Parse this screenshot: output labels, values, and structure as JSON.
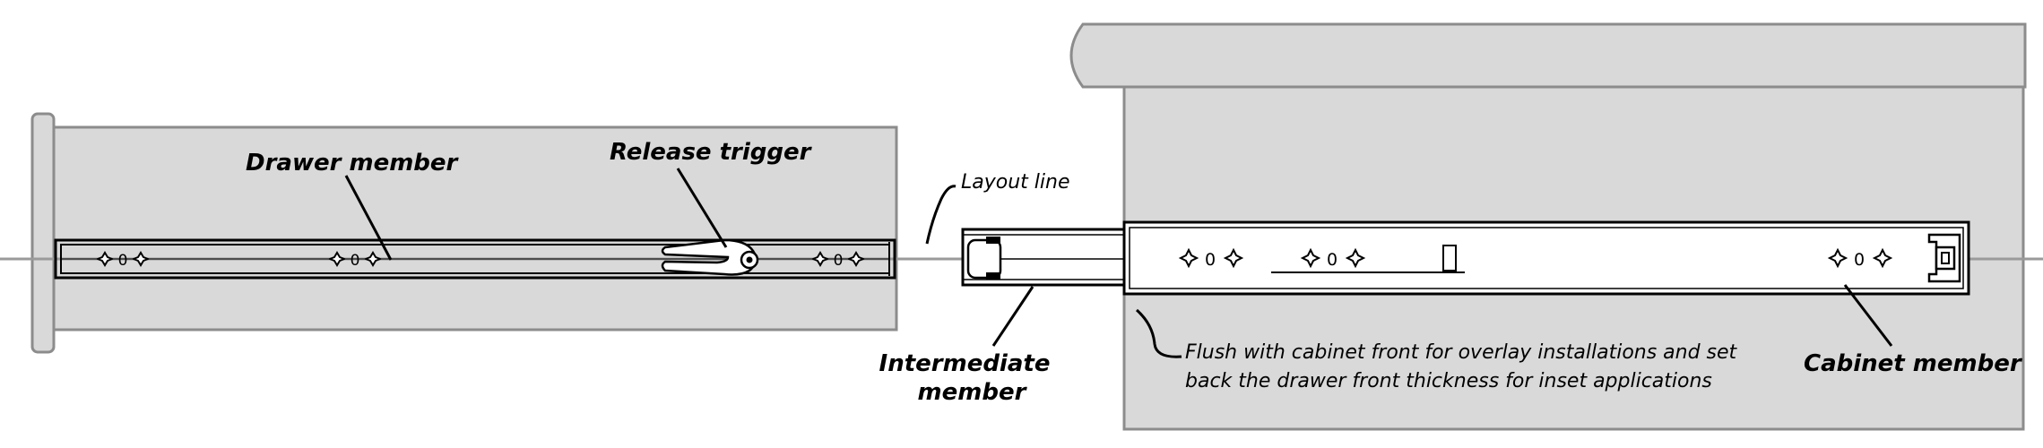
{
  "labels": {
    "drawer_member": "Drawer member",
    "release_trigger": "Release trigger",
    "layout_line": "Layout line",
    "intermediate_line1": "Intermediate",
    "intermediate_line2": "member",
    "flush_line1": "Flush with cabinet front for overlay installations and set",
    "flush_line2": "back the drawer front thickness for inset applications",
    "cabinet_member": "Cabinet member"
  },
  "hole_glyph": "0",
  "colors": {
    "panel_fill": "#d9d9d9",
    "panel_stroke": "#8c8c8c",
    "outline": "#000000",
    "layout_line": "#9a9a9a",
    "background": "#ffffff"
  }
}
